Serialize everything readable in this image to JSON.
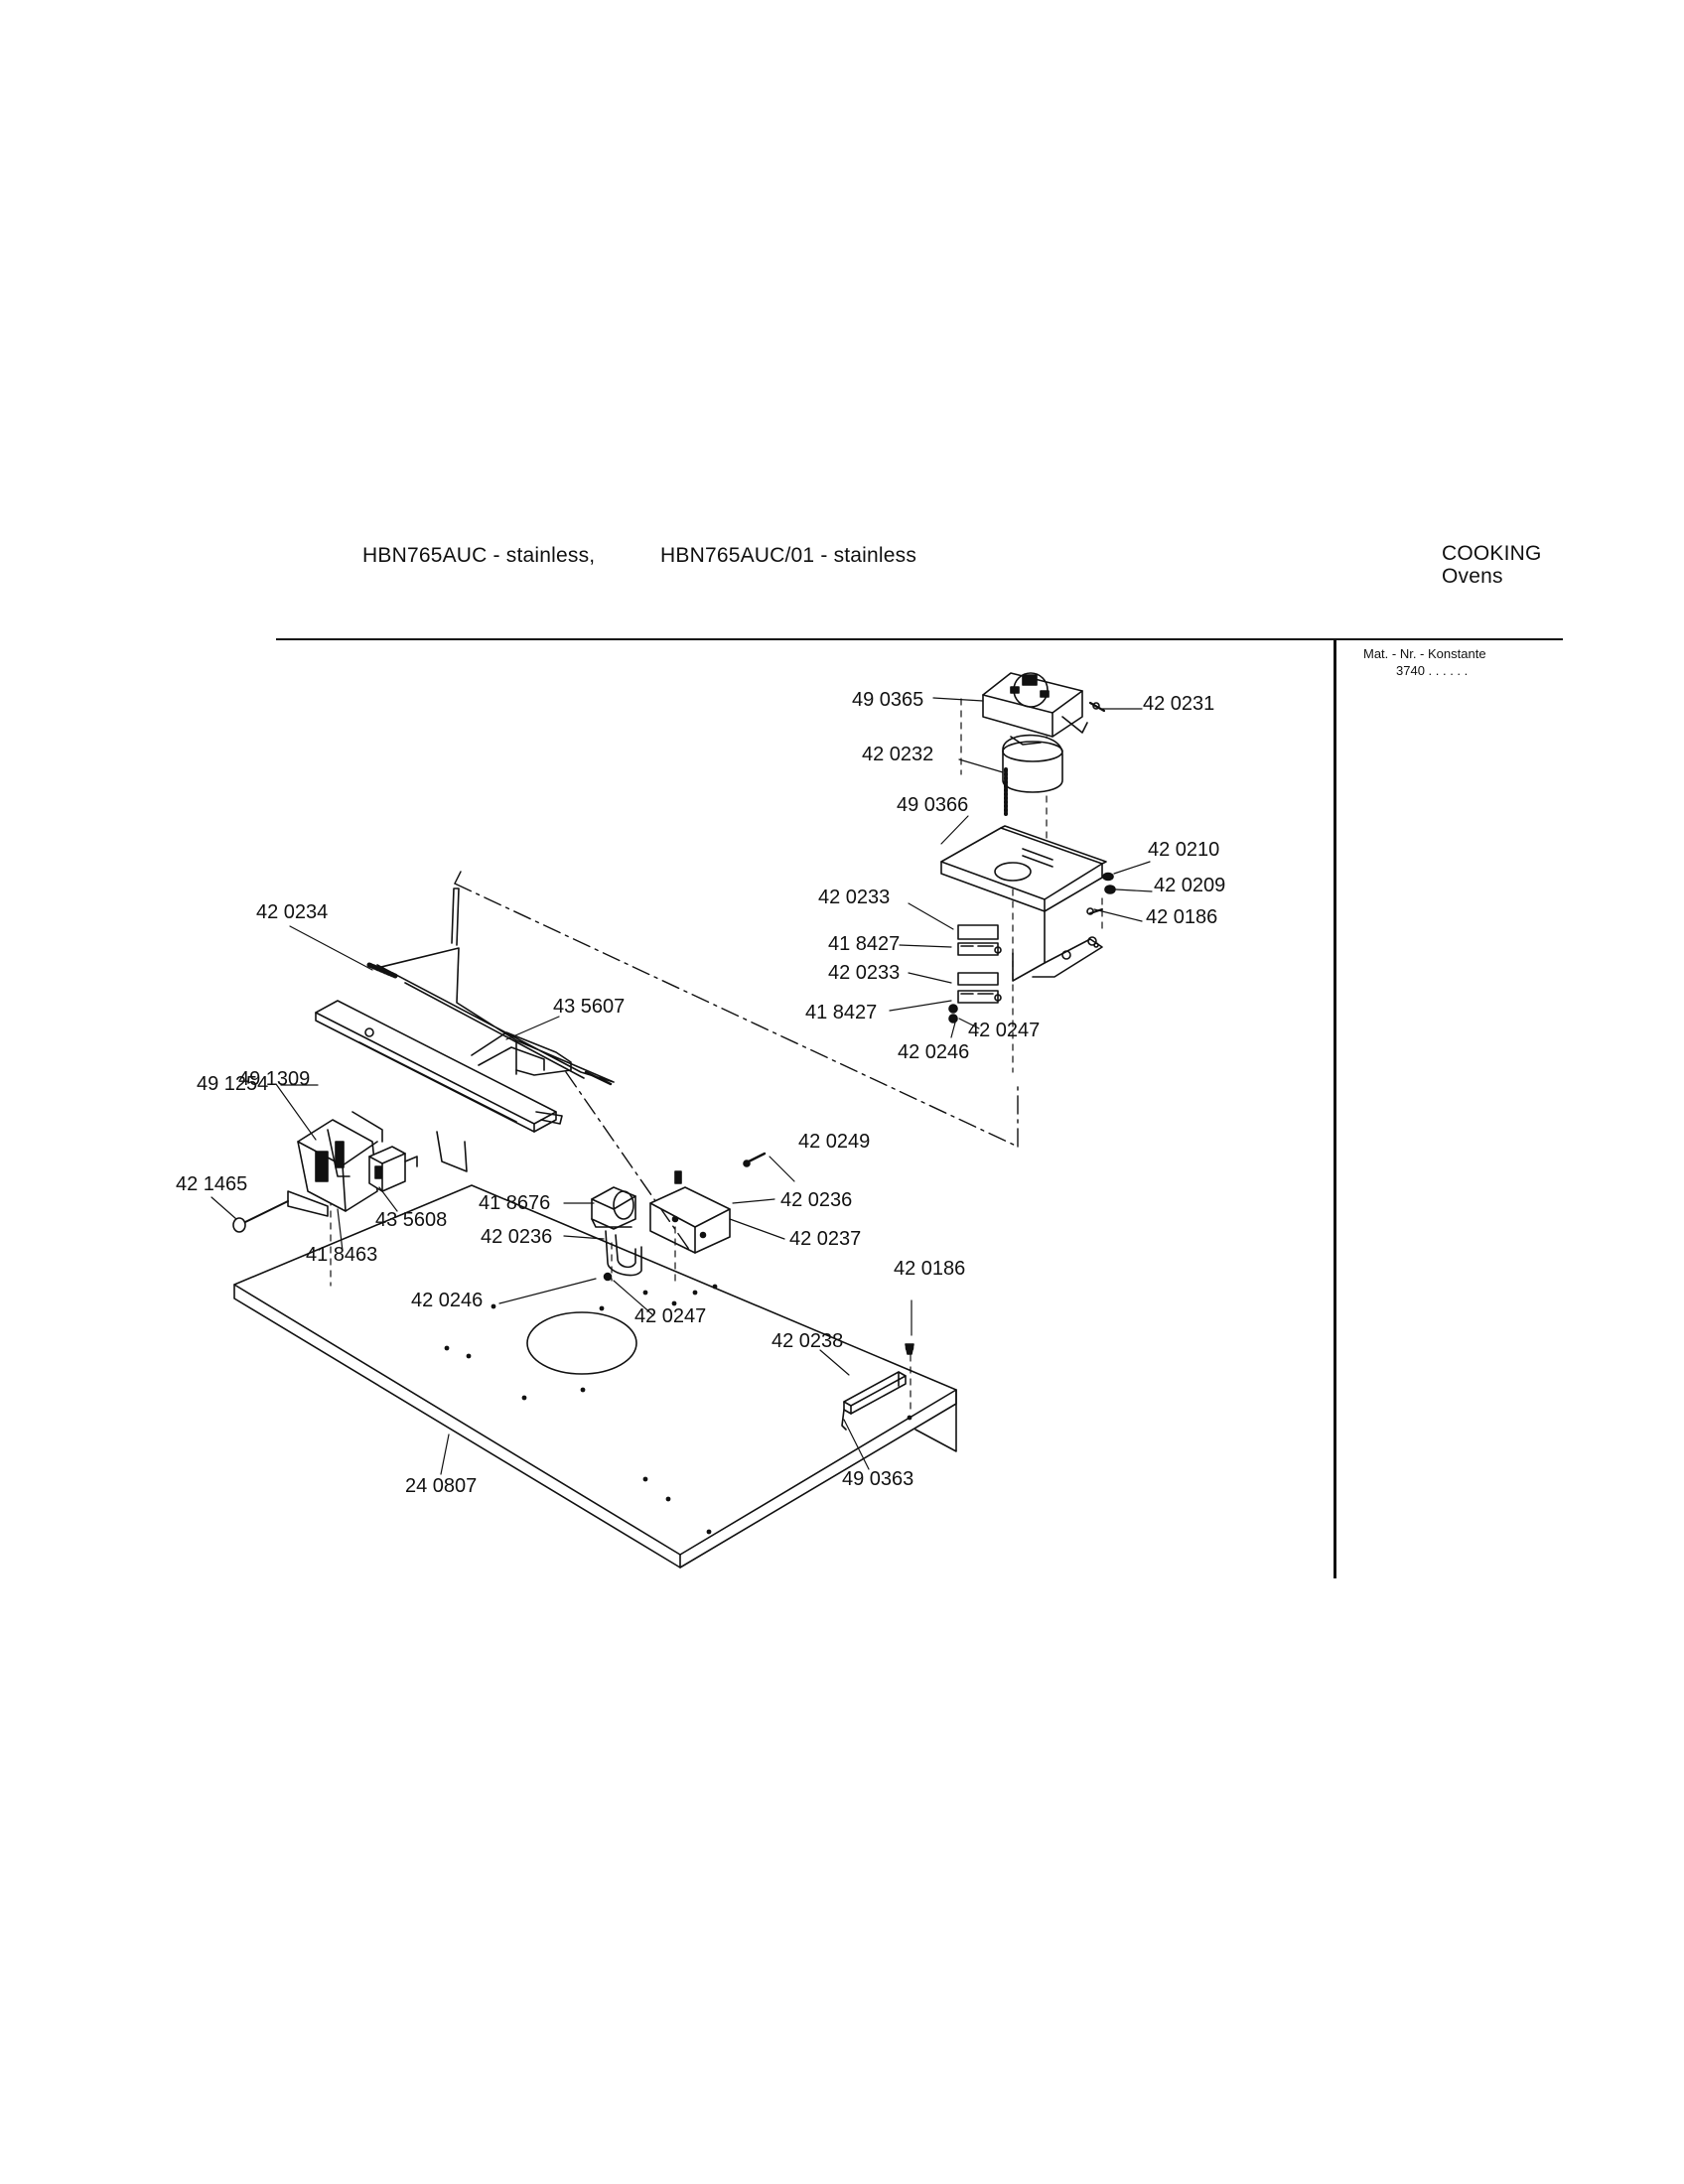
{
  "header": {
    "model_1": "HBN765AUC - stainless,",
    "model_2": "HBN765AUC/01 - stainless",
    "category": "COOKING",
    "subcategory": "Ovens"
  },
  "sidebar": {
    "material_label": "Mat. - Nr. - Konstante",
    "material_value": "3740 . .   . . . ."
  },
  "callouts": [
    {
      "id": "c01",
      "text": "49 0365"
    },
    {
      "id": "c02",
      "text": "42 0231"
    },
    {
      "id": "c03",
      "text": "42 0232"
    },
    {
      "id": "c04",
      "text": "49 0366"
    },
    {
      "id": "c05",
      "text": "42 0210"
    },
    {
      "id": "c06",
      "text": "42 0209"
    },
    {
      "id": "c07",
      "text": "42 0186"
    },
    {
      "id": "c08",
      "text": "42 0233"
    },
    {
      "id": "c09",
      "text": "41 8427"
    },
    {
      "id": "c10",
      "text": "42 0233"
    },
    {
      "id": "c11",
      "text": "41 8427"
    },
    {
      "id": "c12",
      "text": "42 0247"
    },
    {
      "id": "c13",
      "text": "42 0246"
    },
    {
      "id": "c14",
      "text": "42 0234"
    },
    {
      "id": "c15",
      "text": "43 5607"
    },
    {
      "id": "c16",
      "text": "49 1254"
    },
    {
      "id": "c17",
      "text": "49 1309"
    },
    {
      "id": "c18",
      "text": "42 1465"
    },
    {
      "id": "c19",
      "text": "43 5608"
    },
    {
      "id": "c20",
      "text": "41 8463"
    },
    {
      "id": "c21",
      "text": "41 8676"
    },
    {
      "id": "c22",
      "text": "42 0236"
    },
    {
      "id": "c23",
      "text": "42 0249"
    },
    {
      "id": "c24",
      "text": "42 0236"
    },
    {
      "id": "c25",
      "text": "42 0237"
    },
    {
      "id": "c26",
      "text": "42 0246"
    },
    {
      "id": "c27",
      "text": "42 0247"
    },
    {
      "id": "c28",
      "text": "42 0186"
    },
    {
      "id": "c29",
      "text": "42 0238"
    },
    {
      "id": "c30",
      "text": "49 0363"
    },
    {
      "id": "c31",
      "text": "24 0807"
    }
  ]
}
